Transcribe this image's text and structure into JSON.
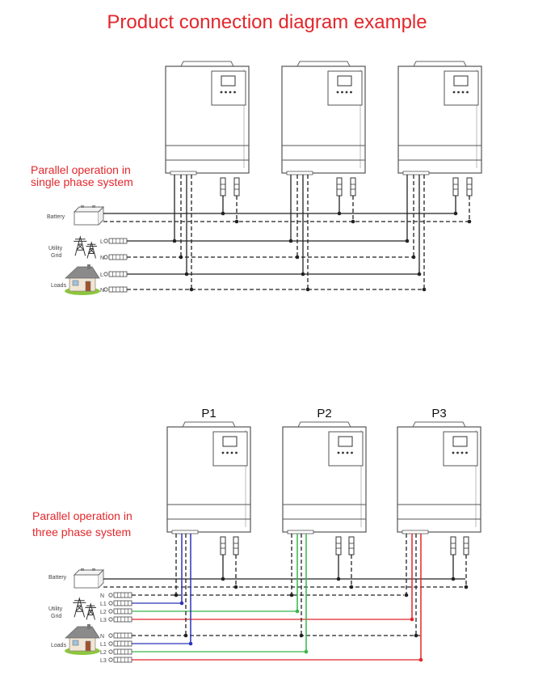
{
  "title": "Product connection diagram example",
  "diagram1": {
    "caption_line1": "Parallel operation in",
    "caption_line2": "single phase system",
    "battery_label": "Battery",
    "grid_label_line1": "Utility",
    "grid_label_line2": "Grid",
    "loads_label": "Loads",
    "grid_terminals": [
      "L",
      "N"
    ],
    "load_terminals": [
      "L",
      "N"
    ]
  },
  "diagram2": {
    "caption_line1": "Parallel operation in",
    "caption_line2": "three phase system",
    "battery_label": "Battery",
    "grid_label_line1": "Utility",
    "grid_label_line2": "Grid",
    "loads_label": "Loads",
    "unit_labels": [
      "P1",
      "P2",
      "P3"
    ],
    "grid_terminals": [
      "N",
      "L1",
      "L2",
      "L3"
    ],
    "load_terminals": [
      "N",
      "L1",
      "L2",
      "L3"
    ]
  },
  "colors": {
    "title": "#e3262b",
    "wire": "#222222",
    "phase_l1": "#2b36b8",
    "phase_l2": "#39b54a",
    "phase_l3": "#e3262b"
  },
  "icons": [
    "inverter-icon",
    "battery-icon",
    "utility-grid-tower-icon",
    "house-icon",
    "terminal-block-icon"
  ]
}
